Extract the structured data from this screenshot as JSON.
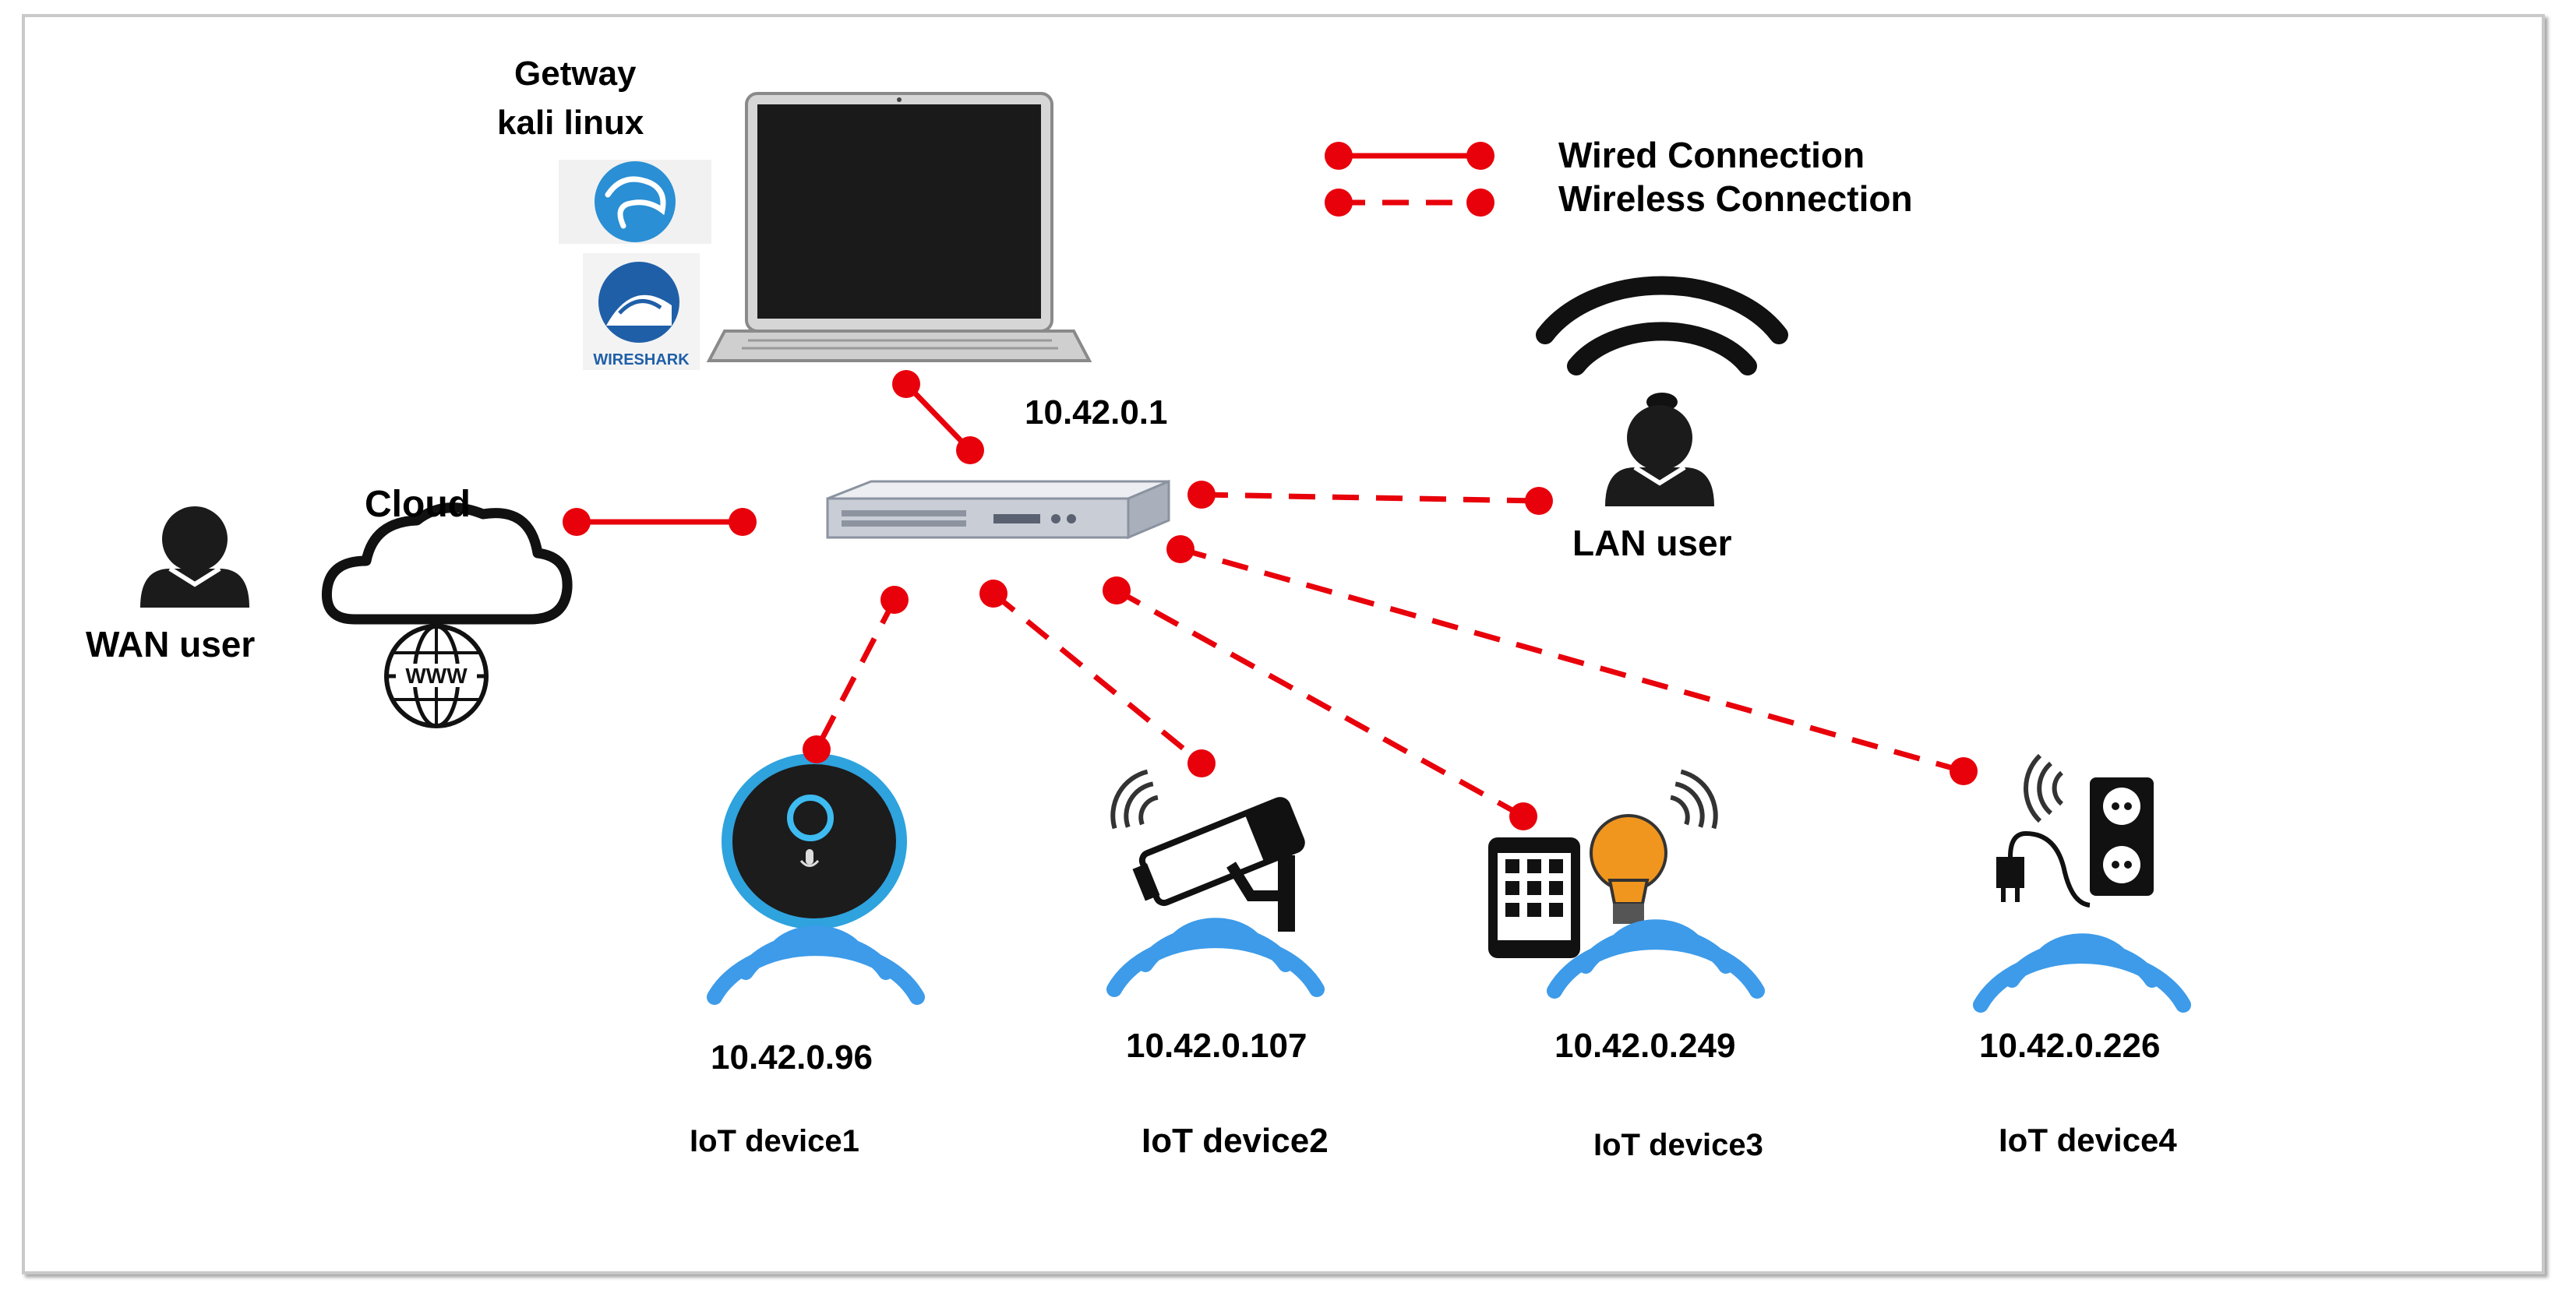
{
  "gateway": {
    "title": "Getway",
    "subtitle": "kali linux",
    "wireshark_logo_text": "WIRESHARK",
    "ip": "10.42.0.1"
  },
  "legend": {
    "wired_label": "Wired Connection",
    "wireless_label": "Wireless Connection"
  },
  "nodes": {
    "cloud": "Cloud",
    "wan_user": "WAN user",
    "lan_user": "LAN user",
    "www_text": "WWW"
  },
  "devices": [
    {
      "ip": "10.42.0.96",
      "name": "IoT device1"
    },
    {
      "ip": "10.42.0.107",
      "name": "IoT device2"
    },
    {
      "ip": "10.42.0.249",
      "name": "IoT device3"
    },
    {
      "ip": "10.42.0.226",
      "name": "IoT device4"
    }
  ],
  "colors": {
    "connection": "#e8000b",
    "wifi": "#3d9be9",
    "bulb": "#f0961e",
    "dark": "#1b1b1b"
  }
}
